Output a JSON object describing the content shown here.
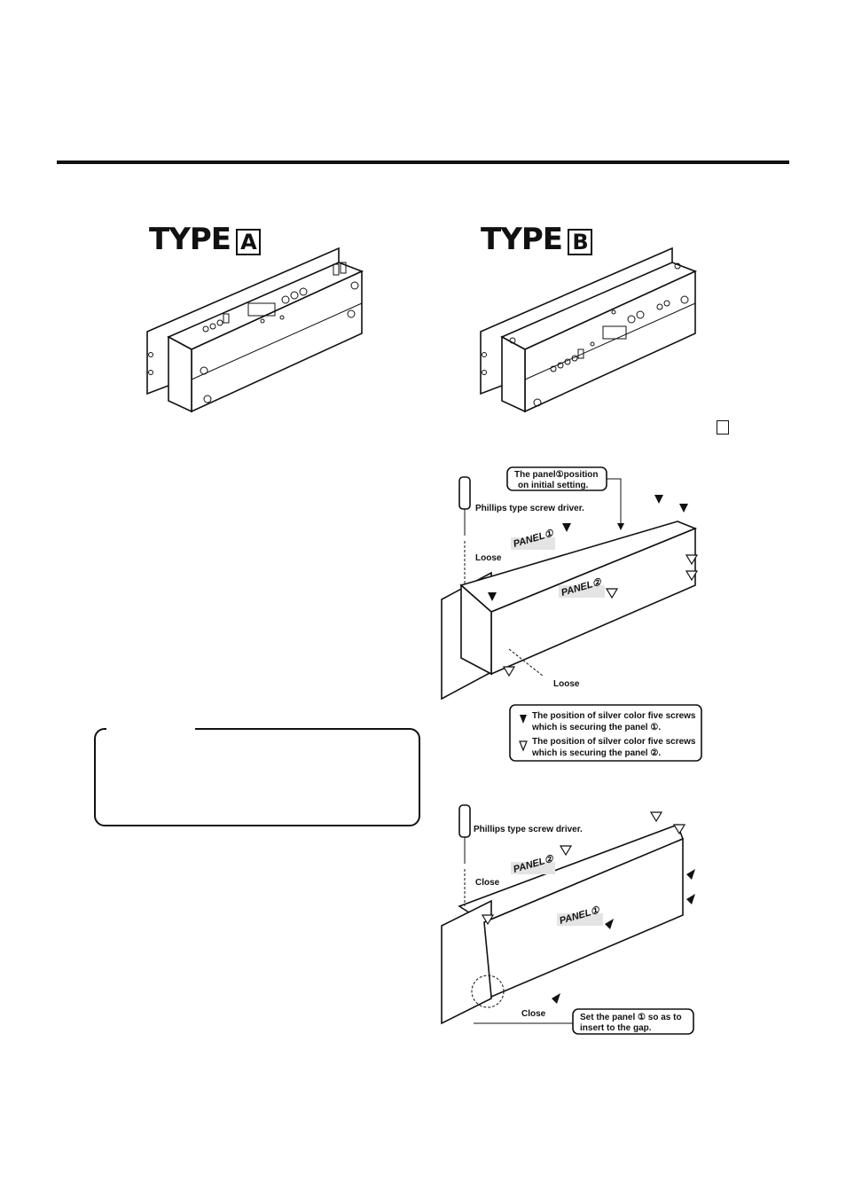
{
  "type_a": {
    "word": "TYPE",
    "letter": "A"
  },
  "type_b": {
    "word": "TYPE",
    "letter": "B"
  },
  "figure1": {
    "callout_position_line1": "The panel①position",
    "callout_position_line2": "on initial setting.",
    "driver_label": "Phillips type screw driver.",
    "loose_label_1": "Loose",
    "loose_label_2": "Loose",
    "panel_1": "PANEL①",
    "panel_2": "PANEL②"
  },
  "legend": {
    "line1a": "The position of silver color five screws",
    "line1b": "which is securing the panel ①.",
    "line2a": "The position of silver color five screws",
    "line2b": "which is securing the panel ②."
  },
  "figure2": {
    "driver_label": "Phillips type screw driver.",
    "close_label_1": "Close",
    "close_label_2": "Close",
    "panel_2": "PANEL②",
    "panel_1": "PANEL①",
    "callout_line1": "Set the panel ① so as to",
    "callout_line2": "insert to the gap."
  }
}
